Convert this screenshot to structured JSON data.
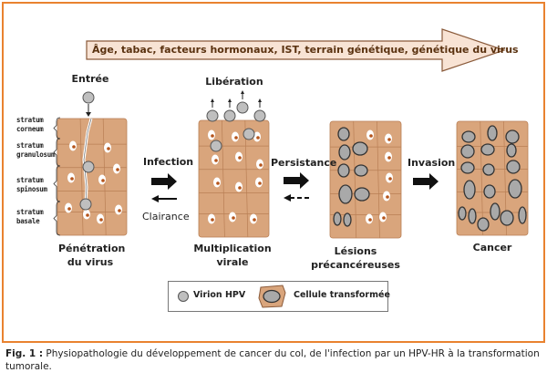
{
  "banner": {
    "text": "Âge, tabac, facteurs hormonaux, IST, terrain génétique, génétique du virus"
  },
  "stages": [
    {
      "id": "penetration",
      "top_label": "Entrée",
      "bottom_label_1": "Pénétration",
      "bottom_label_2": "du virus"
    },
    {
      "id": "multiplication",
      "top_label": "Libération",
      "bottom_label_1": "Multiplication",
      "bottom_label_2": "virale"
    },
    {
      "id": "lesions",
      "top_label": "",
      "bottom_label_1": "Lésions",
      "bottom_label_2": "précancéreuses"
    },
    {
      "id": "cancer",
      "top_label": "",
      "bottom_label_1": "Cancer",
      "bottom_label_2": ""
    }
  ],
  "strata": [
    {
      "line1": "stratum",
      "line2": "corneum"
    },
    {
      "line1": "stratum",
      "line2": "granulosum"
    },
    {
      "line1": "stratum",
      "line2": "spinosum"
    },
    {
      "line1": "stratum",
      "line2": "basale"
    }
  ],
  "transitions": [
    {
      "forward": "Infection",
      "backward": "Clairance",
      "backward_style": "solid"
    },
    {
      "forward": "Persistance",
      "backward": "",
      "backward_style": "dashed"
    },
    {
      "forward": "Invasion",
      "backward": "",
      "backward_style": "none"
    }
  ],
  "legend": {
    "items": [
      {
        "icon": "virion-icon",
        "label": "Virion HPV"
      },
      {
        "icon": "transformed-cell-icon",
        "label": "Cellule transformée"
      }
    ]
  },
  "caption": {
    "prefix": "Fig. 1 :",
    "text": " Physiopathologie du développement de cancer du col, de l'infection par un HPV-HR à la transformation tumorale."
  },
  "colors": {
    "frame": "#e9822f",
    "tissue": "#d9a57c",
    "tissue_line": "#b97f55",
    "banner_fill": "#f8e3d4",
    "banner_stroke": "#8a5a3a",
    "banner_text": "#5a3210",
    "nucleus_dot": "#b5541b",
    "virion": "#bfbfbf",
    "transformed_nucleus": "#a9a9a9"
  }
}
